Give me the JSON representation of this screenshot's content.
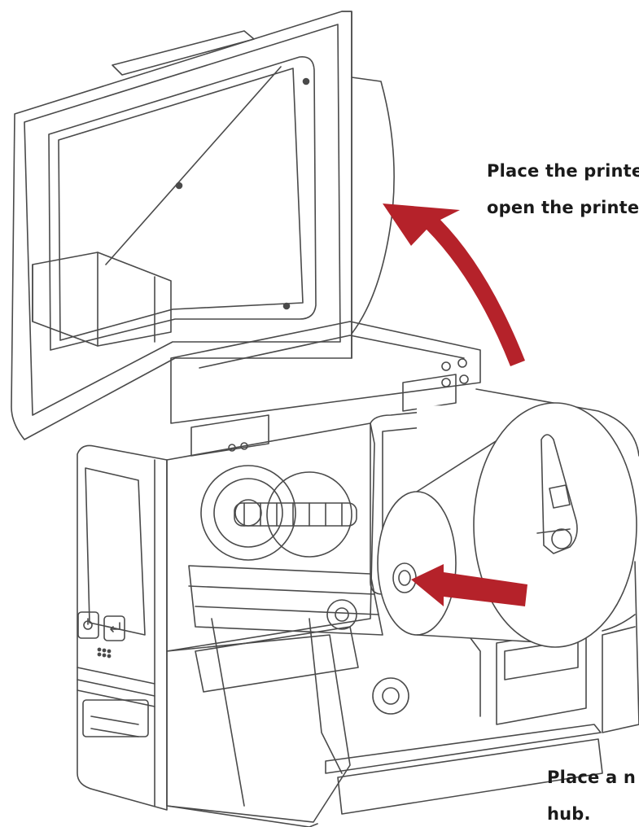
{
  "captions": {
    "open_cover_line1": "Place the printe",
    "open_cover_line2": "open the printe",
    "load_roll_line1": "Place a n",
    "load_roll_line2": "hub."
  },
  "colors": {
    "line_art": "#4a4a4a",
    "arrow": "#b5222a",
    "background": "#ffffff"
  },
  "icons": [
    "power-icon",
    "enter-icon"
  ]
}
